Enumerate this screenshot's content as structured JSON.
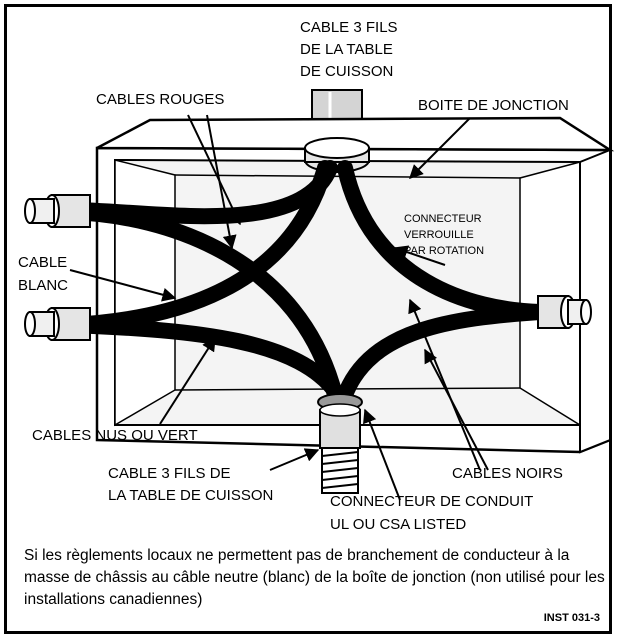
{
  "labels": {
    "cable_3_fils_top": [
      "CABLE 3 FILS",
      "DE LA TABLE",
      "DE CUISSON"
    ],
    "cables_rouges": "CABLES ROUGES",
    "boite_de_jonction": "BOITE DE JONCTION",
    "connecteur_verrouille": [
      "CONNECTEUR",
      "VERROUILLE",
      "PAR ROTATION"
    ],
    "cable_blanc": [
      "CABLE",
      "BLANC"
    ],
    "cables_nus_ou_vert": "CABLES NUS OU VERT",
    "cable_3_fils_bottom": [
      "CABLE 3 FILS DE",
      "LA TABLE DE CUISSON"
    ],
    "cables_noirs": "CABLES NOIRS",
    "connecteur_de_conduit": [
      "CONNECTEUR DE CONDUIT",
      "UL OU CSA LISTED"
    ]
  },
  "note": "Si les règlements locaux ne permettent pas de branchement de conducteur à la masse de châssis au câble neutre (blanc) de la boîte de jonction (non utilisé pour les installations canadiennes)",
  "reference": "INST 031-3"
}
